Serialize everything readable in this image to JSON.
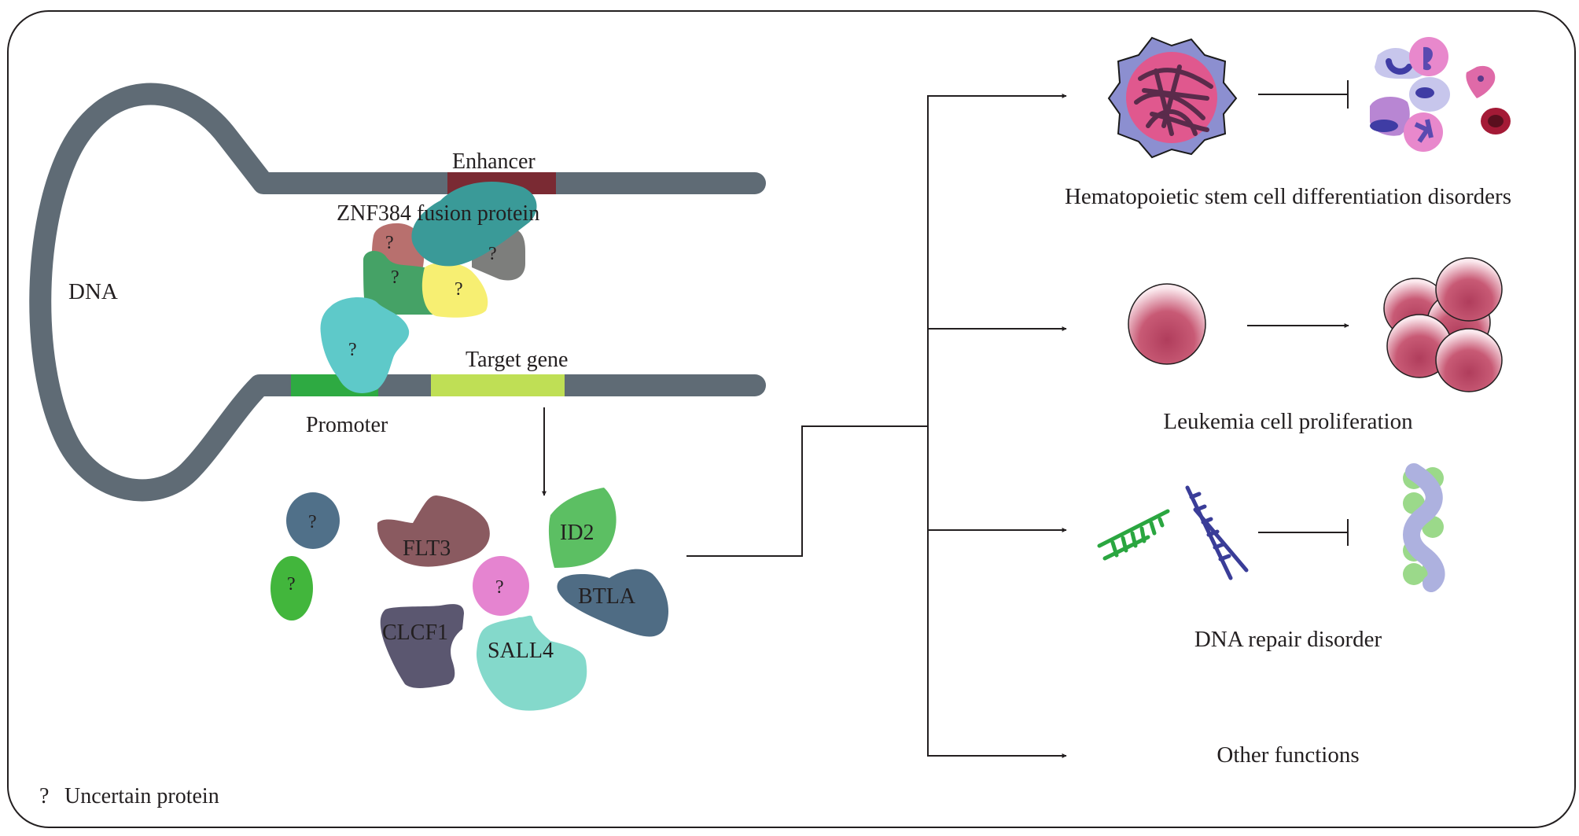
{
  "figure": {
    "type": "mechanism-diagram",
    "frame_color": "#231f20"
  },
  "dna": {
    "label": "DNA",
    "strand_color": "#5f6b75",
    "enhancer": {
      "label": "Enhancer",
      "color": "#7a2a33"
    },
    "promoter": {
      "label": "Promoter",
      "color": "#2eaa42"
    },
    "target_gene": {
      "label": "Target gene",
      "color": "#bfdf55"
    }
  },
  "complex": {
    "fusion_label": "ZNF384 fusion protein",
    "fusion_color": "#3a9a98",
    "partners": [
      {
        "label": "?",
        "color": "#b8706e"
      },
      {
        "label": "?",
        "color": "#7d7e7c"
      },
      {
        "label": "?",
        "color": "#45a266"
      },
      {
        "label": "?",
        "color": "#f7ef72"
      },
      {
        "label": "?",
        "color": "#5ec9c9"
      }
    ]
  },
  "target_proteins": [
    {
      "label": "?",
      "color": "#507089"
    },
    {
      "label": "?",
      "color": "#42b63c"
    },
    {
      "label": "FLT3",
      "color": "#8a5a60"
    },
    {
      "label": "ID2",
      "color": "#5cbf63"
    },
    {
      "label": "?",
      "color": "#e584d0"
    },
    {
      "label": "BTLA",
      "color": "#4f6c84"
    },
    {
      "label": "CLCF1",
      "color": "#5b5770"
    },
    {
      "label": "SALL4",
      "color": "#84d9cb"
    }
  ],
  "outcomes": [
    {
      "label": "Hematopoietic stem cell differentiation disorders",
      "relation": "inhibits"
    },
    {
      "label": "Leukemia cell proliferation",
      "relation": "promotes"
    },
    {
      "label": "DNA repair disorder",
      "relation": "inhibits"
    },
    {
      "label": "Other functions",
      "relation": "none"
    }
  ],
  "legend": {
    "symbol": "?",
    "text": "Uncertain protein"
  }
}
